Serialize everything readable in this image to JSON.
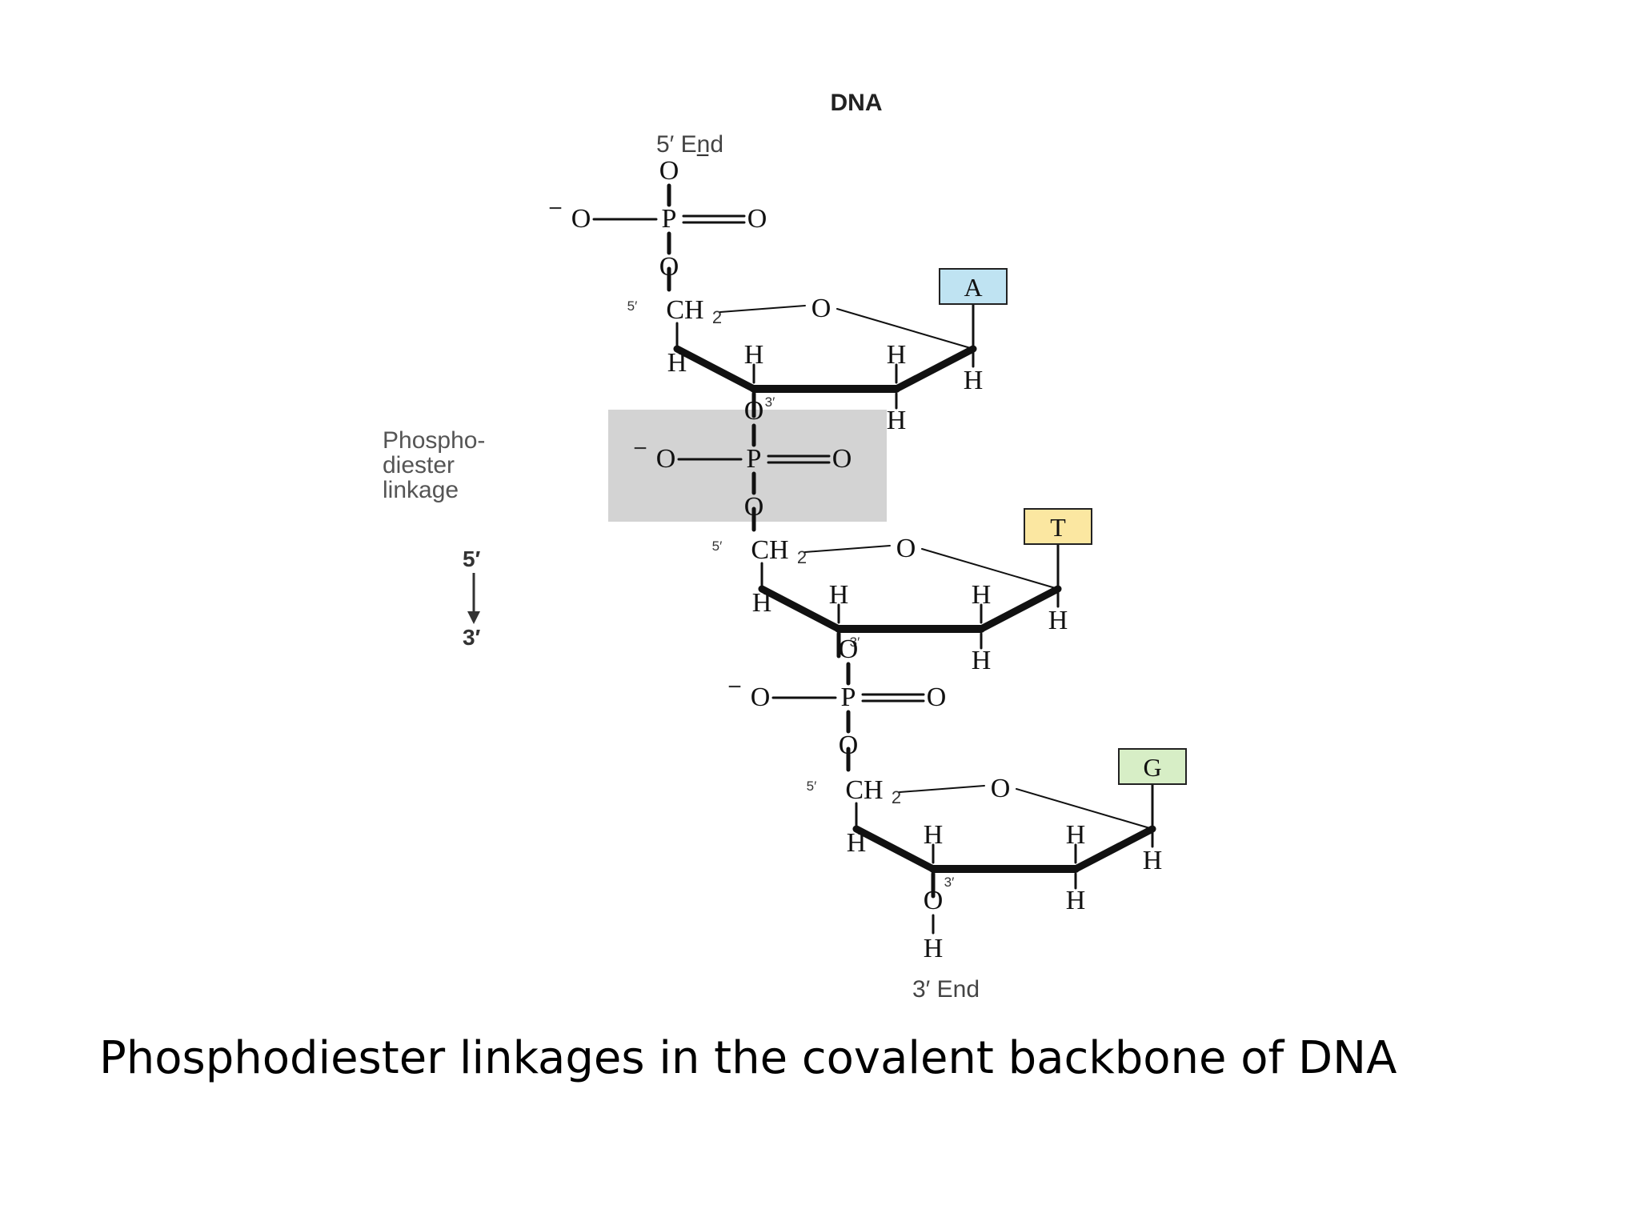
{
  "title": "DNA",
  "five_prime_end": "5′ End",
  "three_prime_end": "3′ End",
  "linkage_label": [
    "Phospho-",
    "diester",
    "linkage"
  ],
  "direction": {
    "top": "5′",
    "bottom": "3′"
  },
  "bases": [
    {
      "letter": "A",
      "color": "#bfe3f2"
    },
    {
      "letter": "T",
      "color": "#fbe7a1"
    },
    {
      "letter": "G",
      "color": "#d7eec6"
    }
  ],
  "atoms": {
    "O": "O",
    "P": "P",
    "H": "H",
    "CH2": "CH",
    "sub2": "2",
    "minus": "−",
    "c5": "5′",
    "c3": "3′"
  },
  "highlight_color": "#d3d3d3",
  "caption": "Phosphodiester linkages in the covalent backbone of DNA"
}
